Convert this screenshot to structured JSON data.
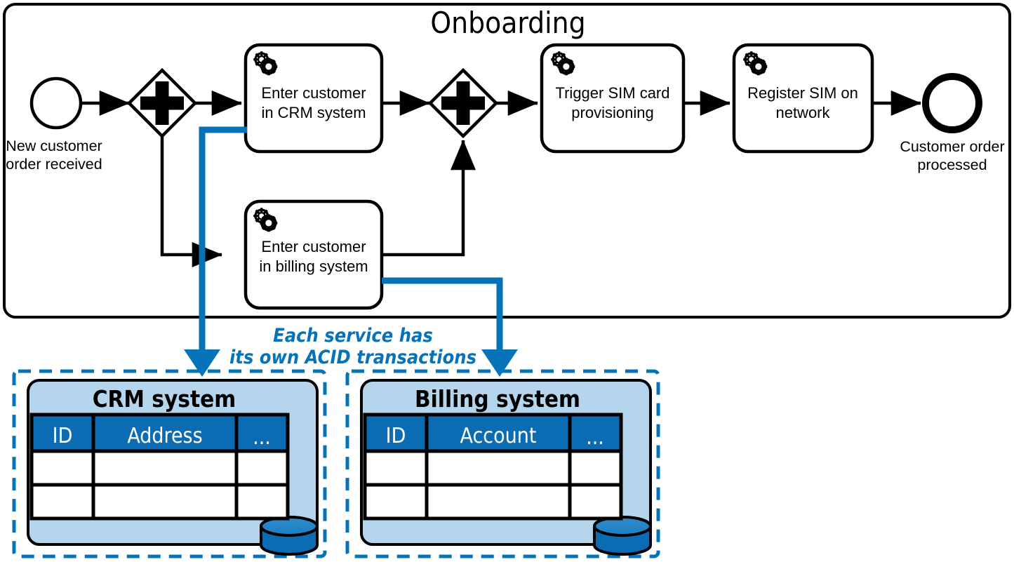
{
  "diagram": {
    "type": "bpmn-process-with-databases",
    "pool": {
      "title": "Onboarding"
    },
    "accent_colors": {
      "blue": "#0673b8",
      "blue_dark": "#0a6cb0",
      "light_blue_fill": "#b5d5ec",
      "table_header_blue": "#0b6cb4",
      "black": "#000000",
      "white": "#ffffff"
    },
    "events": [
      {
        "id": "start",
        "kind": "start-event",
        "label": "New customer\norder received",
        "label_line1": "New customer",
        "label_line2": "order received"
      },
      {
        "id": "end",
        "kind": "end-event",
        "label": "Customer order\nprocessed",
        "label_line1": "Customer order",
        "label_line2": "processed"
      }
    ],
    "gateways": [
      {
        "id": "split",
        "kind": "parallel-gateway",
        "symbol": "plus"
      },
      {
        "id": "join",
        "kind": "parallel-gateway",
        "symbol": "plus"
      }
    ],
    "tasks": [
      {
        "id": "crm",
        "icon": "service-gears-icon",
        "line1": "Enter customer",
        "line2": "in CRM system"
      },
      {
        "id": "billing",
        "icon": "service-gears-icon",
        "line1": "Enter customer",
        "line2": "in billing system"
      },
      {
        "id": "sim",
        "icon": "service-gears-icon",
        "line1": "Trigger SIM card",
        "line2": "provisioning"
      },
      {
        "id": "register",
        "icon": "service-gears-icon",
        "line1": "Register SIM on",
        "line2": "network"
      }
    ],
    "annotation": {
      "line1": "Each service has",
      "line2": "its own ACID transactions",
      "style": "italic-blue"
    },
    "systems": [
      {
        "id": "crm-system",
        "title": "CRM system",
        "columns": [
          "ID",
          "Address",
          "..."
        ],
        "rows": [
          [
            "",
            "",
            ""
          ],
          [
            "",
            "",
            ""
          ]
        ],
        "db_icon": "database-cylinder-icon"
      },
      {
        "id": "billing-system",
        "title": "Billing system",
        "columns": [
          "ID",
          "Account",
          "..."
        ],
        "rows": [
          [
            "",
            "",
            ""
          ],
          [
            "",
            "",
            ""
          ]
        ],
        "db_icon": "database-cylinder-icon"
      }
    ]
  }
}
